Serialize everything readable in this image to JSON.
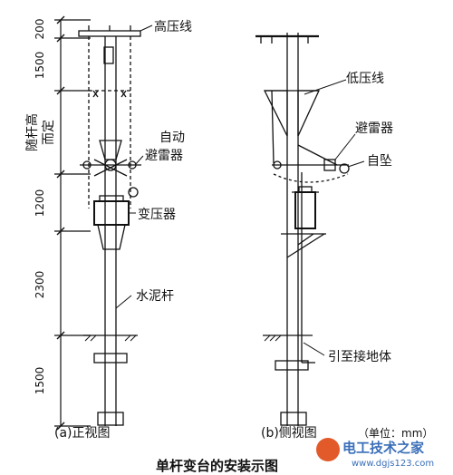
{
  "dimensions": {
    "d200": "200",
    "d1500_top": "1500",
    "varies_1": "随杆高",
    "varies_2": "而定",
    "d1200": "1200",
    "d2300": "2300",
    "d1500_bottom": "1500"
  },
  "front_labels": {
    "hv_line": "高压线",
    "auto_1": "自动",
    "auto_2": "避雷器",
    "transformer": "变压器",
    "pole": "水泥杆"
  },
  "side_labels": {
    "lv_line": "低压线",
    "arrester": "避雷器",
    "dropout": "自坠",
    "ground": "引至接地体"
  },
  "captions": {
    "front": "(a)正视图",
    "side": "(b)侧视图",
    "unit": "（单位：mm）"
  },
  "title": "单杆变台的安装示图",
  "watermark": {
    "name": "电工技术之家",
    "url": "www.dgjs123.com"
  }
}
